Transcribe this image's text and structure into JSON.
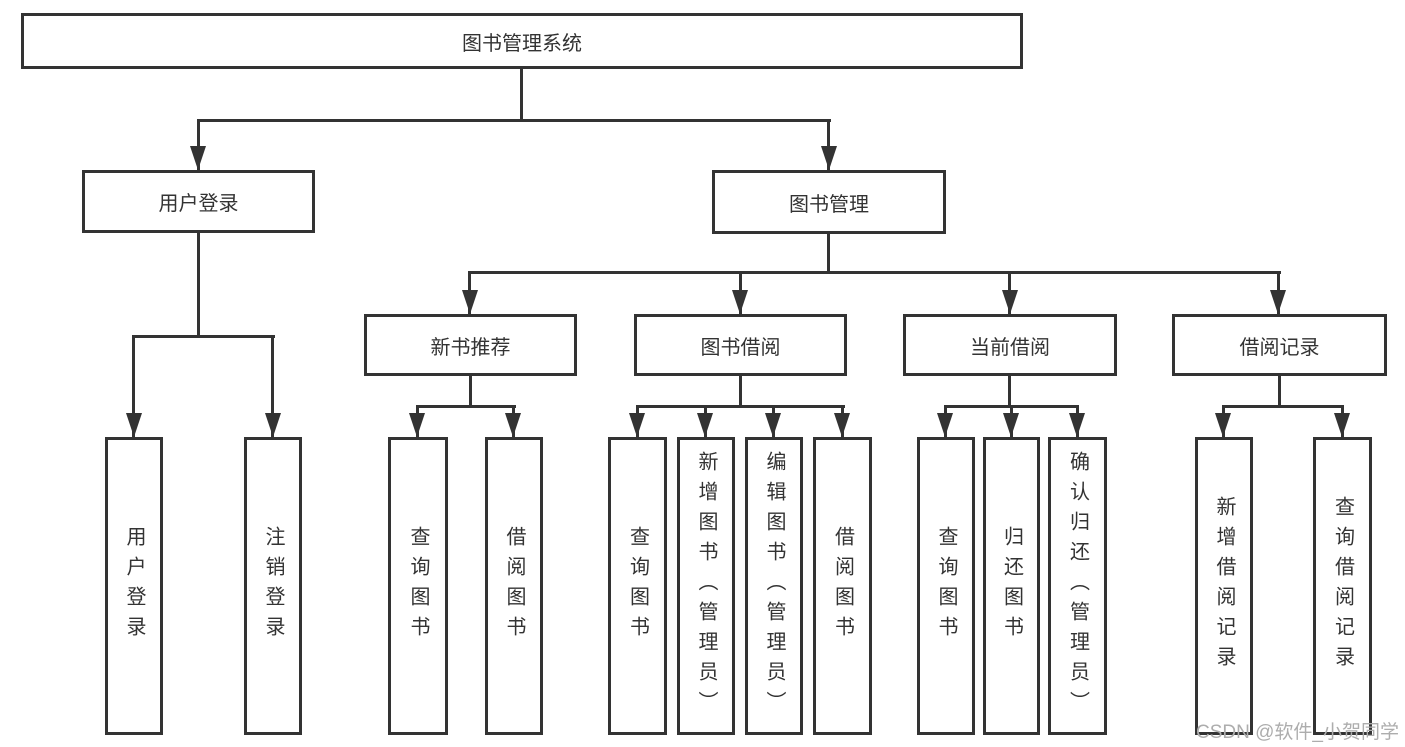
{
  "tree": {
    "root": {
      "label": "图书管理系统"
    },
    "level2": [
      {
        "label": "用户登录",
        "children_labels": [
          "用户登录",
          "注销登录"
        ]
      },
      {
        "label": "图书管理"
      }
    ],
    "level3": [
      {
        "label": "新书推荐",
        "children_labels": [
          "查询图书",
          "借阅图书"
        ]
      },
      {
        "label": "图书借阅",
        "children_labels": [
          "查询图书",
          "新增图书（管理员）",
          "编辑图书（管理员）",
          "借阅图书"
        ]
      },
      {
        "label": "当前借阅",
        "children_labels": [
          "查询图书",
          "归还图书",
          "确认归还（管理员）"
        ]
      },
      {
        "label": "借阅记录",
        "children_labels": [
          "新增借阅记录",
          "查询借阅记录"
        ]
      }
    ]
  },
  "watermark": {
    "text": "CSDN @软件_小贺同学"
  },
  "colors": {
    "line": "#333333",
    "text": "#333333",
    "watermark": "#adadad",
    "background": "#ffffff"
  }
}
